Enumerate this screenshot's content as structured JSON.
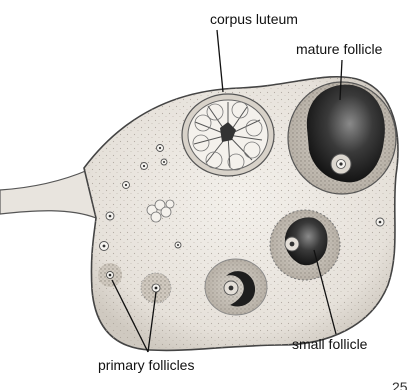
{
  "labels": {
    "corpus_luteum": "corpus luteum",
    "mature_follicle": "mature follicle",
    "small_follicle": "small follicle",
    "primary_follicles": "primary follicles"
  },
  "page_number": "25",
  "colors": {
    "ovary_fill": "#ede9e3",
    "ovary_edge": "#444444",
    "follicle_dark": "#2a2a2a",
    "corpus_fill": "#f4f1ec",
    "leader": "#111111"
  }
}
